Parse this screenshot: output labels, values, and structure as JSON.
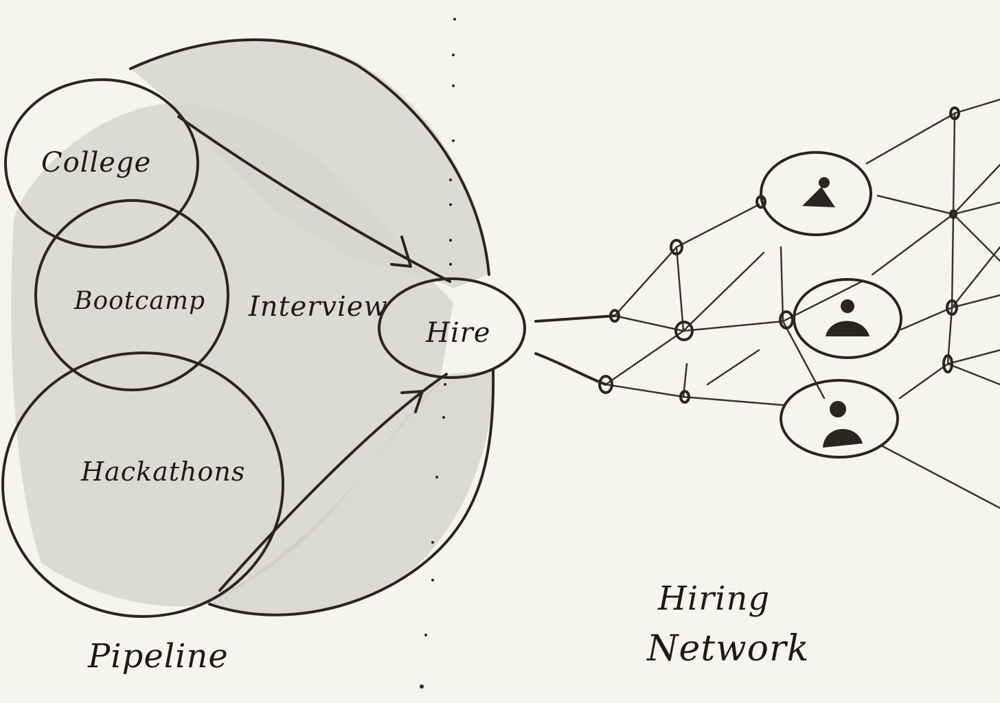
{
  "pipeline_sources": {
    "college": "College",
    "bootcamp": "Bootcamp",
    "hackathons": "Hackathons"
  },
  "interview_label": "Interview",
  "hire_label": "Hire",
  "left_section_label": "Pipeline",
  "right_section_label_line1": "Hiring",
  "right_section_label_line2": "Network",
  "colors": {
    "ink": "#2b2522",
    "wash": "#d7d5d1",
    "paper": "#f6f4ef"
  },
  "icons": [
    "person-icon",
    "person-icon",
    "person-icon"
  ]
}
